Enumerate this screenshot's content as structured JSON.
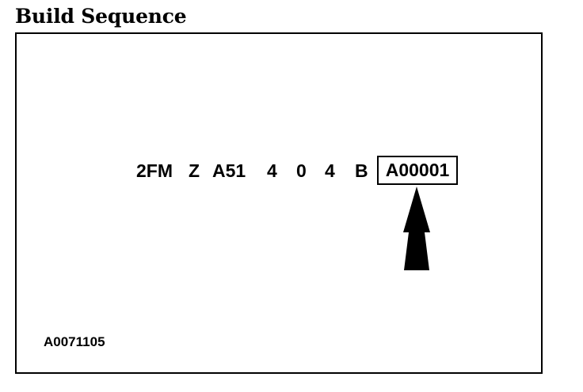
{
  "title": "Build Sequence",
  "vin": {
    "segments": [
      "2FM",
      "Z",
      "A51",
      "4",
      "0",
      "4",
      "B"
    ],
    "serial": "A00001"
  },
  "figure_code": "A0071105"
}
